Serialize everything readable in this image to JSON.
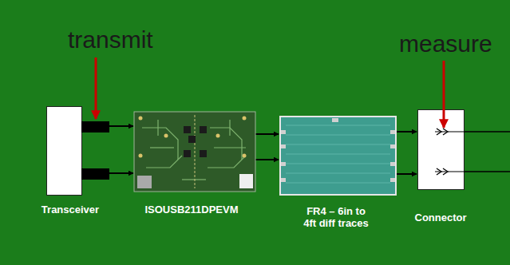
{
  "diagram": {
    "nodes": [
      {
        "text": [
          "Transceiver"
        ]
      },
      {
        "text": [
          "ISOUSB211DPEVM"
        ]
      },
      {
        "text": [
          "FR4 – 6in to 4ft diff traces"
        ]
      },
      {
        "text": [
          "Connector"
        ]
      }
    ],
    "edges": [
      {
        "from": 0,
        "to": 1,
        "arrow": "to"
      },
      {
        "from": 0,
        "to": 1,
        "arrow": "to"
      },
      {
        "from": 1,
        "to": 2,
        "arrow": "to"
      },
      {
        "from": 1,
        "to": 2,
        "arrow": "to"
      },
      {
        "from": 2,
        "to": 3,
        "arrow": "to"
      },
      {
        "from": 2,
        "to": 3,
        "arrow": "to"
      }
    ],
    "labels": [
      "transmit",
      "measure"
    ]
  }
}
